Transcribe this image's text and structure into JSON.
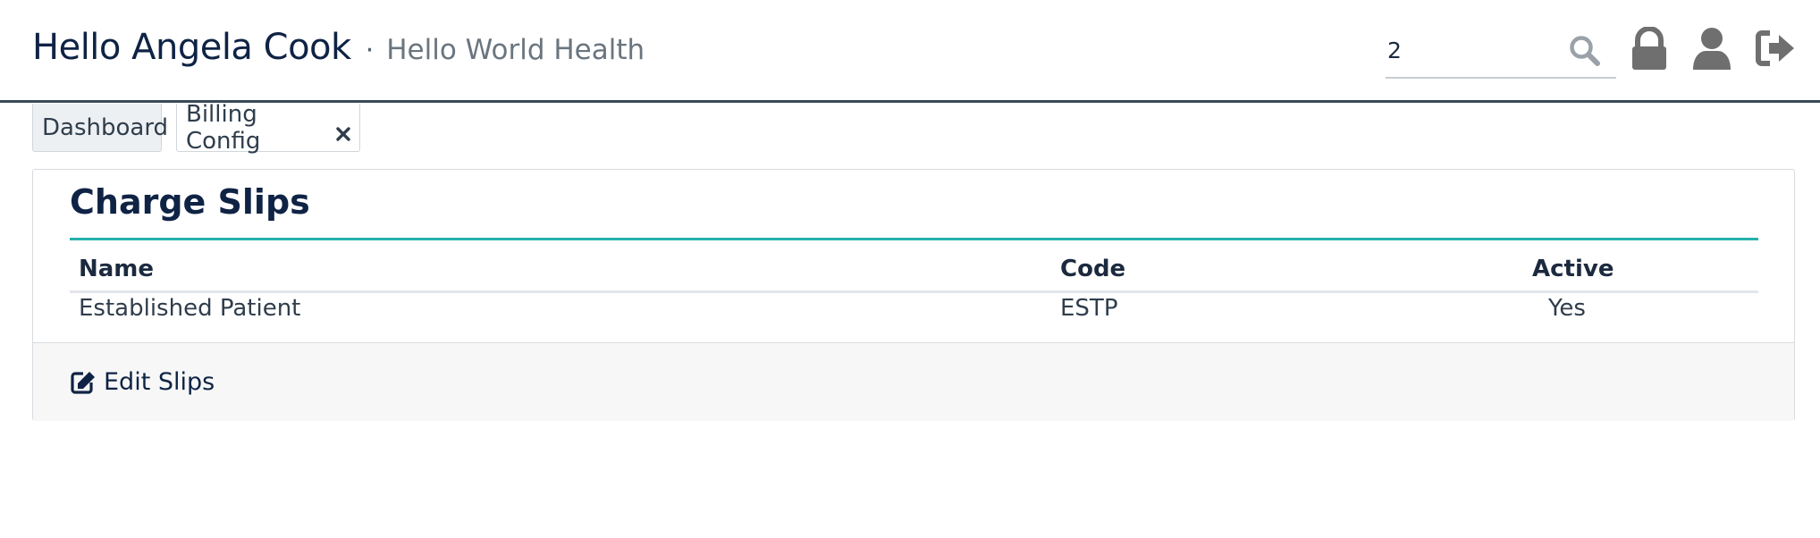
{
  "header": {
    "user_greeting": "Hello Angela Cook",
    "separator": "·",
    "org_name": "Hello World Health",
    "search_value": "2"
  },
  "icons": {
    "search": "search-icon",
    "lock": "lock-icon",
    "user": "user-icon",
    "logout": "sign-out-icon",
    "close": "close-icon",
    "edit": "edit-icon"
  },
  "tabs": [
    {
      "label": "Dashboard",
      "active": false
    },
    {
      "label": "Billing Config",
      "active": true,
      "closable": true
    }
  ],
  "panel": {
    "title": "Charge Slips",
    "columns": [
      "Name",
      "Code",
      "Active"
    ],
    "rows": [
      {
        "name": "Established Patient",
        "code": "ESTP",
        "active": "Yes"
      }
    ],
    "edit_label": "Edit Slips"
  },
  "colors": {
    "primary_text": "#0f2345",
    "accent_teal": "#25b1ab",
    "header_border": "#3a4a58",
    "icon_gray": "#6f6f6f"
  }
}
